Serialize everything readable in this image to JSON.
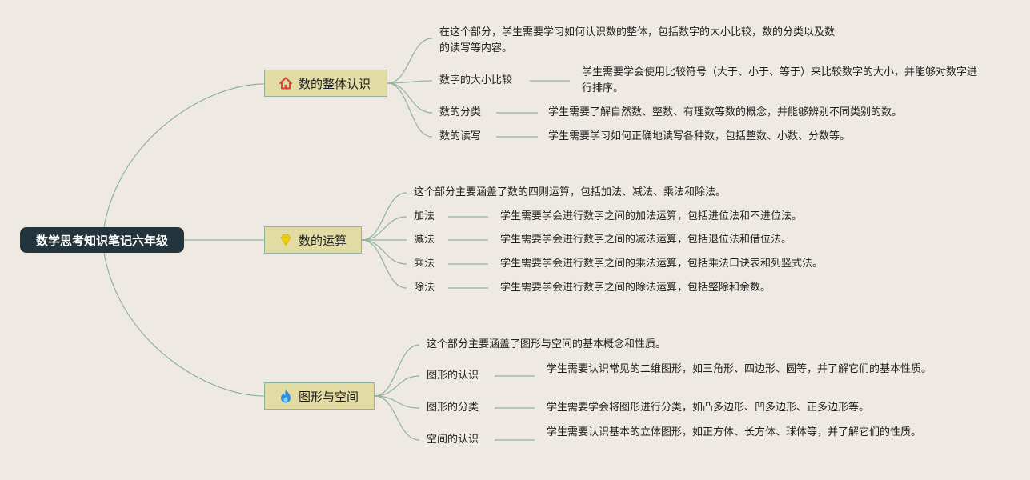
{
  "root": {
    "label": "数学思考知识笔记六年级"
  },
  "branches": [
    {
      "label": "数的整体认识",
      "icon": "house-icon",
      "summary": "在这个部分，学生需要学习如何认识数的整体，包括数字的大小比较，数的分类以及数的读写等内容。",
      "items": [
        {
          "label": "数字的大小比较",
          "desc": "学生需要学会使用比较符号（大于、小于、等于）来比较数字的大小，并能够对数字进行排序。"
        },
        {
          "label": "数的分类",
          "desc": "学生需要了解自然数、整数、有理数等数的概念，并能够辨别不同类别的数。"
        },
        {
          "label": "数的读写",
          "desc": "学生需要学习如何正确地读写各种数，包括整数、小数、分数等。"
        }
      ]
    },
    {
      "label": "数的运算",
      "icon": "diamond-icon",
      "summary": "这个部分主要涵盖了数的四则运算，包括加法、减法、乘法和除法。",
      "items": [
        {
          "label": "加法",
          "desc": "学生需要学会进行数字之间的加法运算，包括进位法和不进位法。"
        },
        {
          "label": "减法",
          "desc": "学生需要学会进行数字之间的减法运算，包括退位法和借位法。"
        },
        {
          "label": "乘法",
          "desc": "学生需要学会进行数字之间的乘法运算，包括乘法口诀表和列竖式法。"
        },
        {
          "label": "除法",
          "desc": "学生需要学会进行数字之间的除法运算，包括整除和余数。"
        }
      ]
    },
    {
      "label": "图形与空间",
      "icon": "flame-icon",
      "summary": "这个部分主要涵盖了图形与空间的基本概念和性质。",
      "items": [
        {
          "label": "图形的认识",
          "desc": "学生需要认识常见的二维图形，如三角形、四边形、圆等，并了解它们的基本性质。"
        },
        {
          "label": "图形的分类",
          "desc": "学生需要学会将图形进行分类，如凸多边形、凹多边形、正多边形等。"
        },
        {
          "label": "空间的认识",
          "desc": "学生需要认识基本的立体图形，如正方体、长方体、球体等，并了解它们的性质。"
        }
      ]
    }
  ],
  "colors": {
    "background": "#eeeae3",
    "root": "#24343c",
    "branch": "#e2dba4",
    "line": "#8fb39a"
  }
}
